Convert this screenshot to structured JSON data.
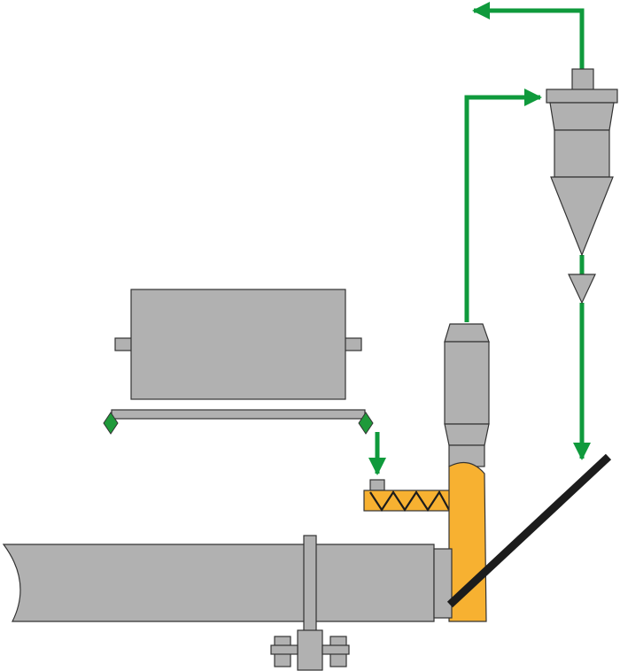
{
  "colors": {
    "equipment": "#b1b1b1",
    "outline": "#333333",
    "flow": "#0f9a3c",
    "material": "#f7b131",
    "support": "#1c1c1c",
    "valve": "#1f9a3a",
    "background": "#ffffff"
  },
  "diagram": {
    "components": [
      "rotary-kiln",
      "kiln-riding-ring",
      "kiln-support-rollers",
      "kiln-inlet-chamber",
      "riser-duct",
      "cyclone",
      "cyclone-outlet-pipe",
      "cyclone-dust-valve",
      "feed-hopper",
      "weigh-belt",
      "screw-feeder",
      "meal-chute"
    ],
    "flows": [
      "gas-riser-to-cyclone",
      "gas-cyclone-exhaust",
      "meal-cyclone-to-chute",
      "feed-belt-to-screw"
    ]
  }
}
